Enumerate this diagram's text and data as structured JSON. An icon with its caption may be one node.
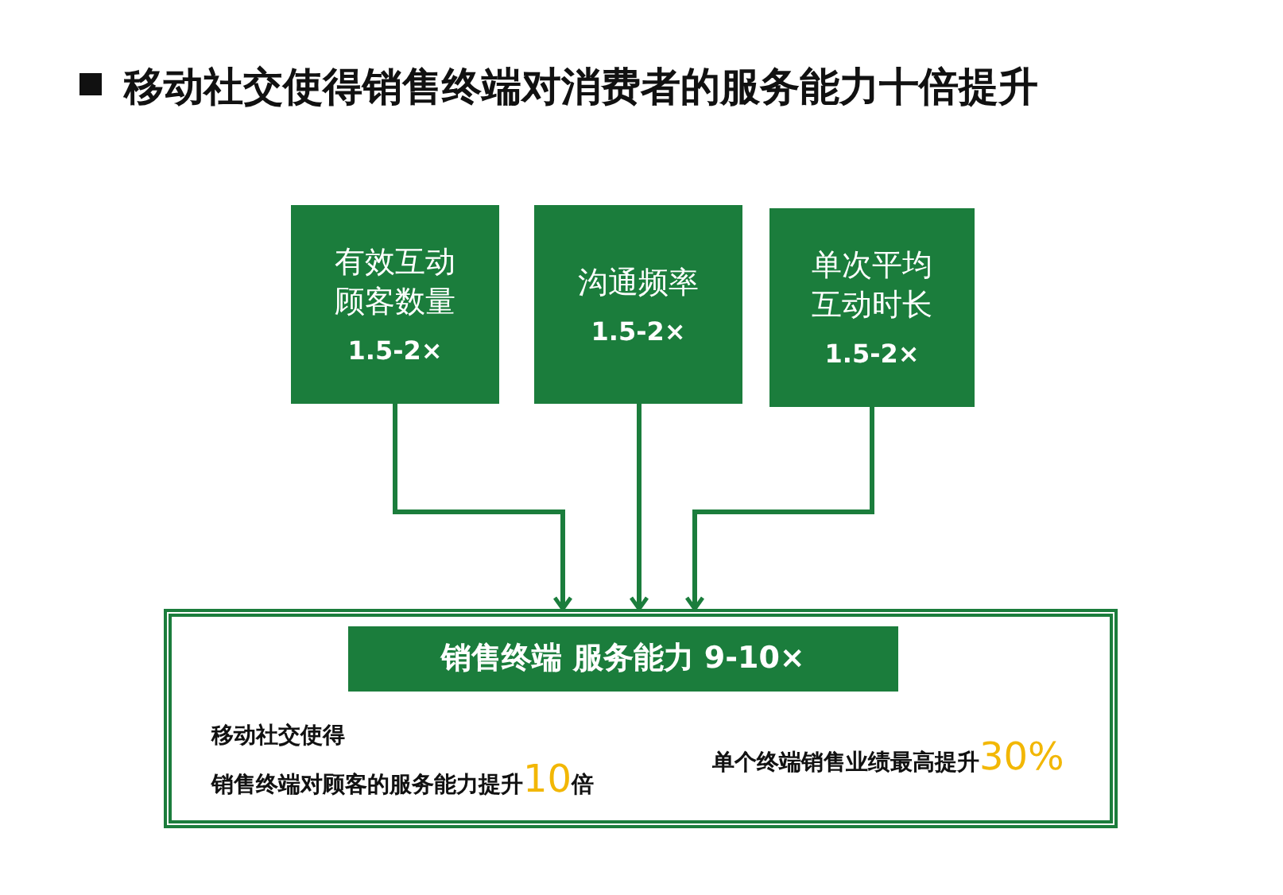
{
  "diagram": {
    "title": "移动社交使得销售终端对消费者的服务能力十倍提升",
    "nodes": [
      {
        "text": [
          "有效互动顾客数量",
          "1.5-2×"
        ]
      },
      {
        "text": [
          "沟通频率",
          "1.5-2×"
        ]
      },
      {
        "text": [
          "单次平均互动时长",
          "1.5-2×"
        ]
      },
      {
        "text": [
          "移动社交使得",
          "销售终端对顾客的服务能力提升**10**倍",
          "单个终端销售业绩最高提升**30%**"
        ]
      },
      {
        "text": [
          "销售终端 服务能力 9-10×"
        ],
        "in": 3
      }
    ],
    "edges": [
      {
        "from": 0,
        "to": 3,
        "arrow": "to"
      },
      {
        "from": 1,
        "to": 3,
        "arrow": "to"
      },
      {
        "from": 2,
        "to": 3,
        "arrow": "to"
      }
    ]
  }
}
